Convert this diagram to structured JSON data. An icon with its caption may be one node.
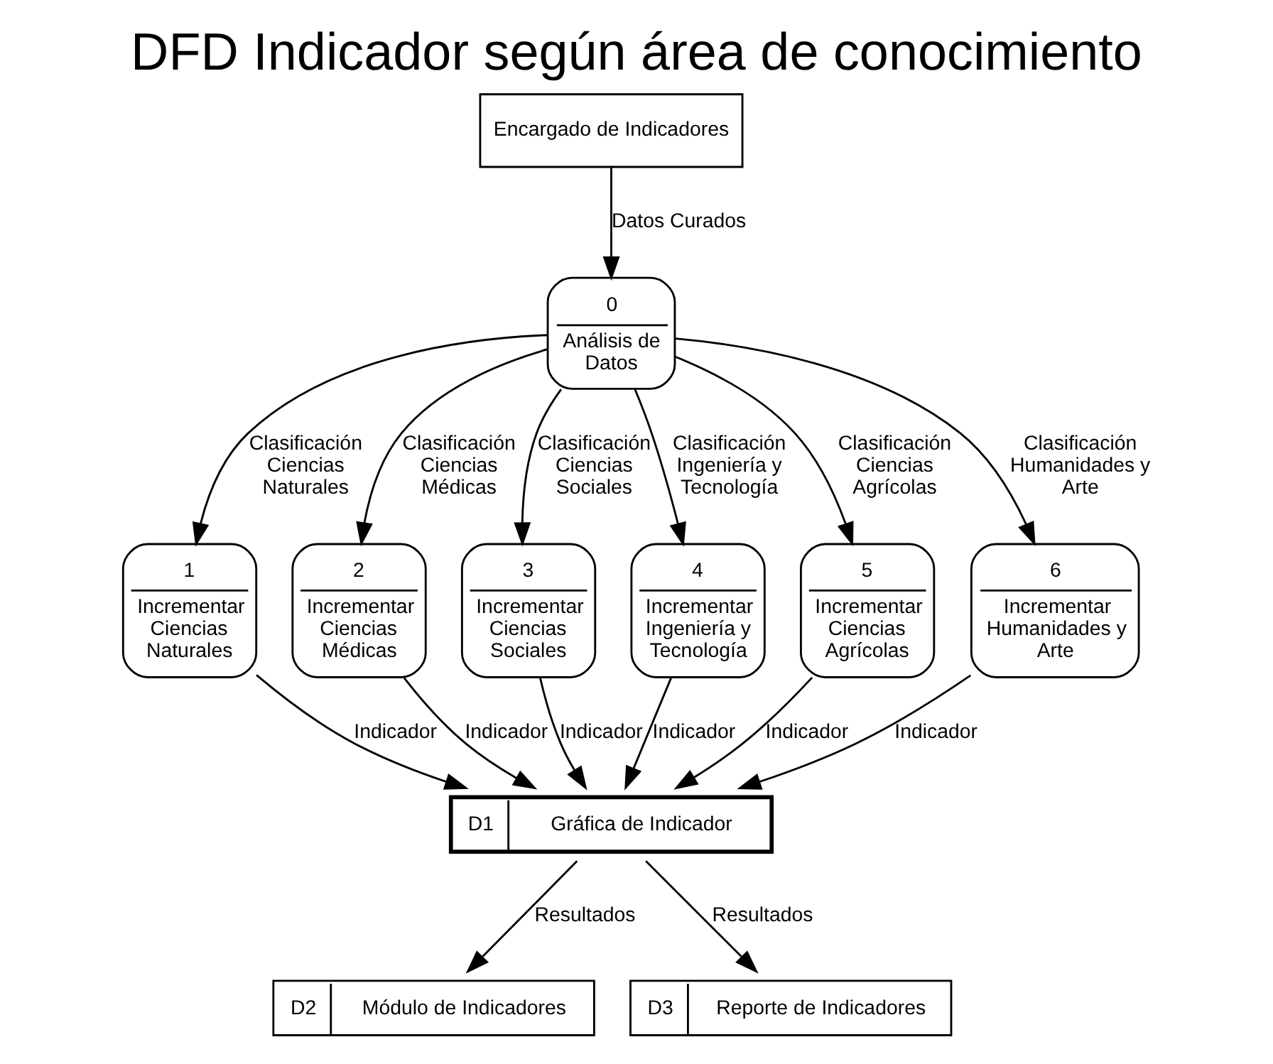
{
  "diagram": {
    "title": "DFD Indicador según área de conocimiento",
    "nodes": [
      {
        "text": [
          "Encargado de Indicadores"
        ]
      },
      {
        "text": [
          "0",
          "Análisis de Datos"
        ]
      },
      {
        "text": [
          "1",
          "Incrementar Ciencias Naturales"
        ]
      },
      {
        "text": [
          "2",
          "Incrementar Ciencias Médicas"
        ]
      },
      {
        "text": [
          "3",
          "Incrementar Ciencias Sociales"
        ]
      },
      {
        "text": [
          "4",
          "Incrementar Ingeniería y Tecnología"
        ]
      },
      {
        "text": [
          "5",
          "Incrementar Ciencias Agrícolas"
        ]
      },
      {
        "text": [
          "6",
          "Incrementar Humanidades y Arte"
        ]
      },
      {
        "text": [
          "D1",
          "Gráfica de Indicador"
        ]
      },
      {
        "text": [
          "D2",
          "Módulo de Indicadores"
        ]
      },
      {
        "text": [
          "D3",
          "Reporte de Indicadores"
        ]
      }
    ],
    "edges": [
      {
        "from": 0,
        "to": 1,
        "arrow": "to",
        "label": "Datos Curados"
      },
      {
        "from": 1,
        "to": 2,
        "arrow": "to",
        "label": "Clasificación Ciencias Naturales"
      },
      {
        "from": 1,
        "to": 3,
        "arrow": "to",
        "label": "Clasificación Ciencias Médicas"
      },
      {
        "from": 1,
        "to": 4,
        "arrow": "to",
        "label": "Clasificación Ciencias Sociales"
      },
      {
        "from": 1,
        "to": 5,
        "arrow": "to",
        "label": "Clasificación Ingeniería y Tecnología"
      },
      {
        "from": 1,
        "to": 6,
        "arrow": "to",
        "label": "Clasificación Ciencias Agrícolas"
      },
      {
        "from": 1,
        "to": 7,
        "arrow": "to",
        "label": "Clasificación Humanidades y Arte"
      },
      {
        "from": 2,
        "to": 8,
        "arrow": "to",
        "label": "Indicador"
      },
      {
        "from": 3,
        "to": 8,
        "arrow": "to",
        "label": "Indicador"
      },
      {
        "from": 4,
        "to": 8,
        "arrow": "to",
        "label": "Indicador"
      },
      {
        "from": 5,
        "to": 8,
        "arrow": "to",
        "label": "Indicador"
      },
      {
        "from": 6,
        "to": 8,
        "arrow": "to",
        "label": "Indicador"
      },
      {
        "from": 7,
        "to": 8,
        "arrow": "to",
        "label": "Indicador"
      },
      {
        "from": 8,
        "to": 9,
        "arrow": "to",
        "label": "Resultados"
      },
      {
        "from": 8,
        "to": 10,
        "arrow": "to",
        "label": "Resultados"
      }
    ]
  }
}
